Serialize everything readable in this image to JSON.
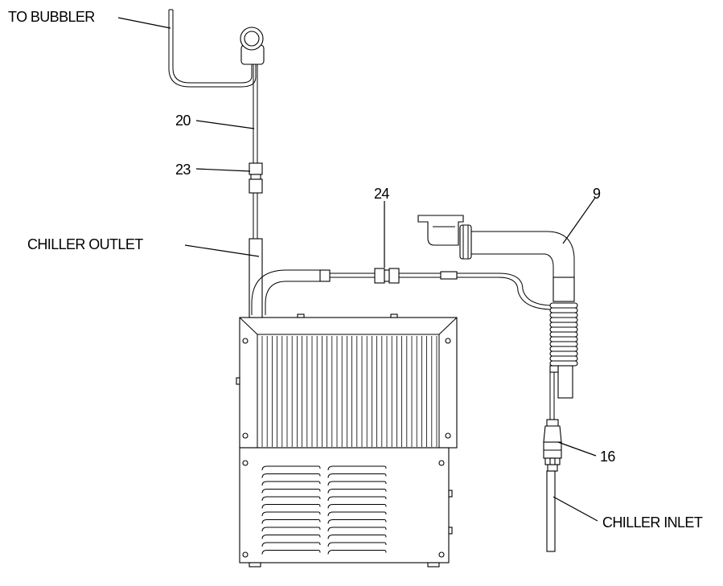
{
  "labels": {
    "to_bubbler": "TO BUBBLER",
    "item_20": "20",
    "item_23": "23",
    "item_24": "24",
    "item_9": "9",
    "chiller_outlet": "CHILLER OUTLET",
    "item_16": "16",
    "chiller_inlet": "CHILLER INLET"
  }
}
